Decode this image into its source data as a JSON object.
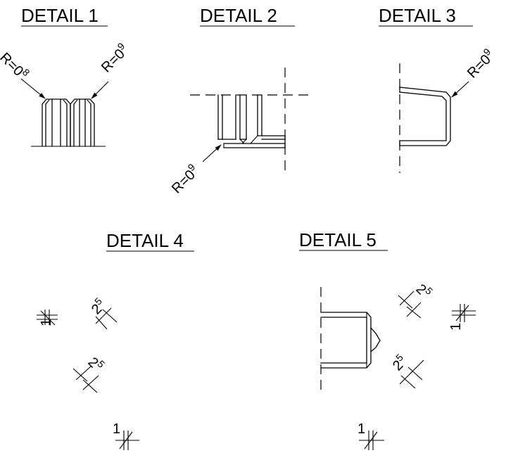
{
  "details": [
    {
      "title": "DETAIL 1",
      "radius_left": {
        "main": "R=0",
        "sup": "8"
      },
      "radius_right": {
        "main": "R=0",
        "sup": "9"
      }
    },
    {
      "title": "DETAIL 2",
      "radius": {
        "main": "R=0",
        "sup": "9"
      }
    },
    {
      "title": "DETAIL 3",
      "radius": {
        "main": "R=0",
        "sup": "9"
      }
    },
    {
      "title": "DETAIL 4",
      "dims": [
        {
          "main": "1"
        },
        {
          "main": "2",
          "sup": "5"
        },
        {
          "main": "2",
          "sup": "5"
        },
        {
          "main": "1"
        }
      ]
    },
    {
      "title": "DETAIL 5",
      "dims": [
        {
          "main": "2",
          "sup": "5"
        },
        {
          "main": "1"
        },
        {
          "main": "2",
          "sup": "5"
        },
        {
          "main": "1"
        }
      ]
    }
  ]
}
